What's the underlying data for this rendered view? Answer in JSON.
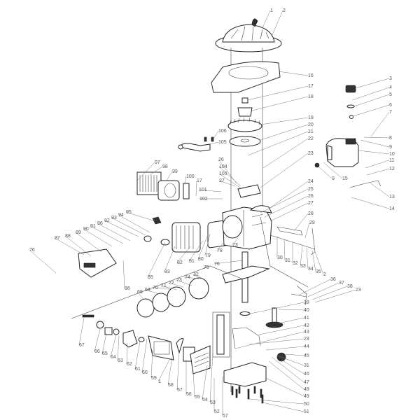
{
  "diagram": {
    "line_color": "#222222",
    "label_color": "#555555",
    "background": "#ffffff"
  },
  "callouts": [
    "1",
    "2",
    "16",
    "17",
    "18",
    "19",
    "20",
    "21",
    "22",
    "23",
    "24",
    "25",
    "26",
    "27",
    "106",
    "105",
    "26",
    "104",
    "103",
    "27",
    "3",
    "4",
    "5",
    "6",
    "7",
    "8",
    "9",
    "10",
    "11",
    "12",
    "13",
    "14",
    "9",
    "15",
    "97",
    "98",
    "99",
    "100",
    "17",
    "101",
    "102",
    "76",
    "87",
    "88",
    "89",
    "90",
    "91",
    "96",
    "92",
    "93",
    "94",
    "95",
    "86",
    "85",
    "83",
    "82",
    "81",
    "80",
    "79",
    "75",
    "68",
    "69",
    "70",
    "71",
    "72",
    "73",
    "74",
    "32",
    "67",
    "66",
    "65",
    "64",
    "63",
    "62",
    "61",
    "60",
    "59",
    "1",
    "58",
    "57",
    "56",
    "55",
    "54",
    "53",
    "28",
    "29",
    "30",
    "31",
    "32",
    "33",
    "34",
    "35",
    "2",
    "36",
    "37",
    "38",
    "23",
    "78",
    "73",
    "76",
    "39",
    "40",
    "41",
    "42",
    "43",
    "23",
    "44",
    "45",
    "31",
    "46",
    "47",
    "48",
    "49",
    "50",
    "51",
    "52",
    "57"
  ]
}
